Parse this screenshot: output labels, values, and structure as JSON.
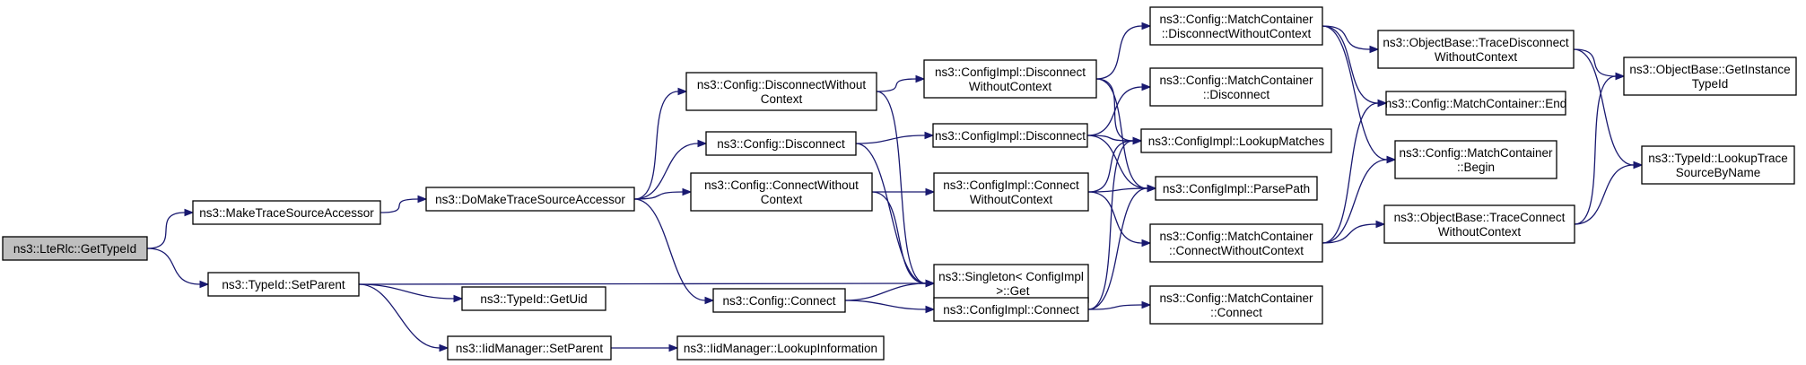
{
  "nodes": [
    {
      "id": "n0",
      "lines": [
        "ns3::LteRlc::GetTypeId"
      ],
      "root": true
    },
    {
      "id": "n1",
      "lines": [
        "ns3::MakeTraceSourceAccessor"
      ]
    },
    {
      "id": "n2",
      "lines": [
        "ns3::TypeId::SetParent"
      ]
    },
    {
      "id": "n3",
      "lines": [
        "ns3::DoMakeTraceSourceAccessor"
      ]
    },
    {
      "id": "n4",
      "lines": [
        "ns3::Config::DisconnectWithout",
        "Context"
      ]
    },
    {
      "id": "n5",
      "lines": [
        "ns3::Config::Disconnect"
      ]
    },
    {
      "id": "n6",
      "lines": [
        "ns3::Config::ConnectWithout",
        "Context"
      ]
    },
    {
      "id": "n7",
      "lines": [
        "ns3::Config::Connect"
      ]
    },
    {
      "id": "n8",
      "lines": [
        "ns3::TypeId::GetUid"
      ]
    },
    {
      "id": "n9",
      "lines": [
        "ns3::IidManager::SetParent"
      ]
    },
    {
      "id": "n10",
      "lines": [
        "ns3::IidManager::LookupInformation"
      ]
    },
    {
      "id": "n11",
      "lines": [
        "ns3::ConfigImpl::Disconnect",
        "WithoutContext"
      ]
    },
    {
      "id": "n12",
      "lines": [
        "ns3::ConfigImpl::Disconnect"
      ]
    },
    {
      "id": "n13",
      "lines": [
        "ns3::ConfigImpl::Connect",
        "WithoutContext"
      ]
    },
    {
      "id": "n14",
      "lines": [
        "ns3::Singleton< ConfigImpl",
        " >::Get"
      ]
    },
    {
      "id": "n15",
      "lines": [
        "ns3::ConfigImpl::Connect"
      ]
    },
    {
      "id": "n16",
      "lines": [
        "ns3::Config::MatchContainer",
        "::DisconnectWithoutContext"
      ]
    },
    {
      "id": "n17",
      "lines": [
        "ns3::Config::MatchContainer",
        "::Disconnect"
      ]
    },
    {
      "id": "n18",
      "lines": [
        "ns3::ConfigImpl::LookupMatches"
      ]
    },
    {
      "id": "n19",
      "lines": [
        "ns3::ConfigImpl::ParsePath"
      ]
    },
    {
      "id": "n20",
      "lines": [
        "ns3::Config::MatchContainer",
        "::ConnectWithoutContext"
      ]
    },
    {
      "id": "n21",
      "lines": [
        "ns3::Config::MatchContainer",
        "::Connect"
      ]
    },
    {
      "id": "n22",
      "lines": [
        "ns3::ObjectBase::TraceDisconnect",
        "WithoutContext"
      ]
    },
    {
      "id": "n23",
      "lines": [
        "ns3::Config::MatchContainer::End"
      ]
    },
    {
      "id": "n24",
      "lines": [
        "ns3::Config::MatchContainer",
        "::Begin"
      ]
    },
    {
      "id": "n25",
      "lines": [
        "ns3::ObjectBase::TraceConnect",
        "WithoutContext"
      ]
    },
    {
      "id": "n26",
      "lines": [
        "ns3::ObjectBase::GetInstance",
        "TypeId"
      ]
    },
    {
      "id": "n27",
      "lines": [
        "ns3::TypeId::LookupTrace",
        "SourceByName"
      ]
    }
  ],
  "edges": [
    [
      "n0",
      "n1"
    ],
    [
      "n0",
      "n2"
    ],
    [
      "n1",
      "n3"
    ],
    [
      "n2",
      "n14"
    ],
    [
      "n2",
      "n8"
    ],
    [
      "n2",
      "n9"
    ],
    [
      "n3",
      "n4"
    ],
    [
      "n3",
      "n5"
    ],
    [
      "n3",
      "n6"
    ],
    [
      "n3",
      "n7"
    ],
    [
      "n4",
      "n11"
    ],
    [
      "n4",
      "n14"
    ],
    [
      "n5",
      "n12"
    ],
    [
      "n5",
      "n14"
    ],
    [
      "n6",
      "n13"
    ],
    [
      "n6",
      "n14"
    ],
    [
      "n7",
      "n14"
    ],
    [
      "n7",
      "n15"
    ],
    [
      "n9",
      "n10"
    ],
    [
      "n11",
      "n16"
    ],
    [
      "n11",
      "n18"
    ],
    [
      "n11",
      "n19"
    ],
    [
      "n12",
      "n17"
    ],
    [
      "n12",
      "n18"
    ],
    [
      "n12",
      "n19"
    ],
    [
      "n13",
      "n18"
    ],
    [
      "n13",
      "n19"
    ],
    [
      "n13",
      "n20"
    ],
    [
      "n15",
      "n18"
    ],
    [
      "n15",
      "n19"
    ],
    [
      "n15",
      "n21"
    ],
    [
      "n16",
      "n22"
    ],
    [
      "n16",
      "n23"
    ],
    [
      "n16",
      "n24"
    ],
    [
      "n20",
      "n23"
    ],
    [
      "n20",
      "n24"
    ],
    [
      "n20",
      "n25"
    ],
    [
      "n22",
      "n26"
    ],
    [
      "n22",
      "n27"
    ],
    [
      "n25",
      "n26"
    ],
    [
      "n25",
      "n27"
    ]
  ]
}
